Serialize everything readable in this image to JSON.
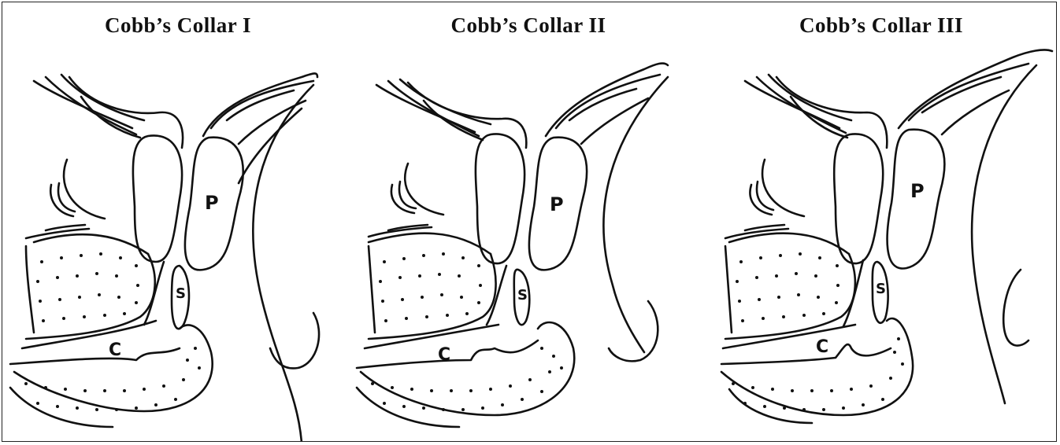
{
  "panels": [
    {
      "title": "Cobb’s Collar I",
      "labels": {
        "p": "P",
        "s": "S",
        "c": "C"
      }
    },
    {
      "title": "Cobb’s Collar II",
      "labels": {
        "p": "P",
        "s": "S",
        "c": "C"
      }
    },
    {
      "title": "Cobb’s Collar III",
      "labels": {
        "p": "P",
        "s": "S",
        "c": "C"
      }
    }
  ],
  "colors": {
    "ink": "#111111",
    "background": "#ffffff"
  }
}
